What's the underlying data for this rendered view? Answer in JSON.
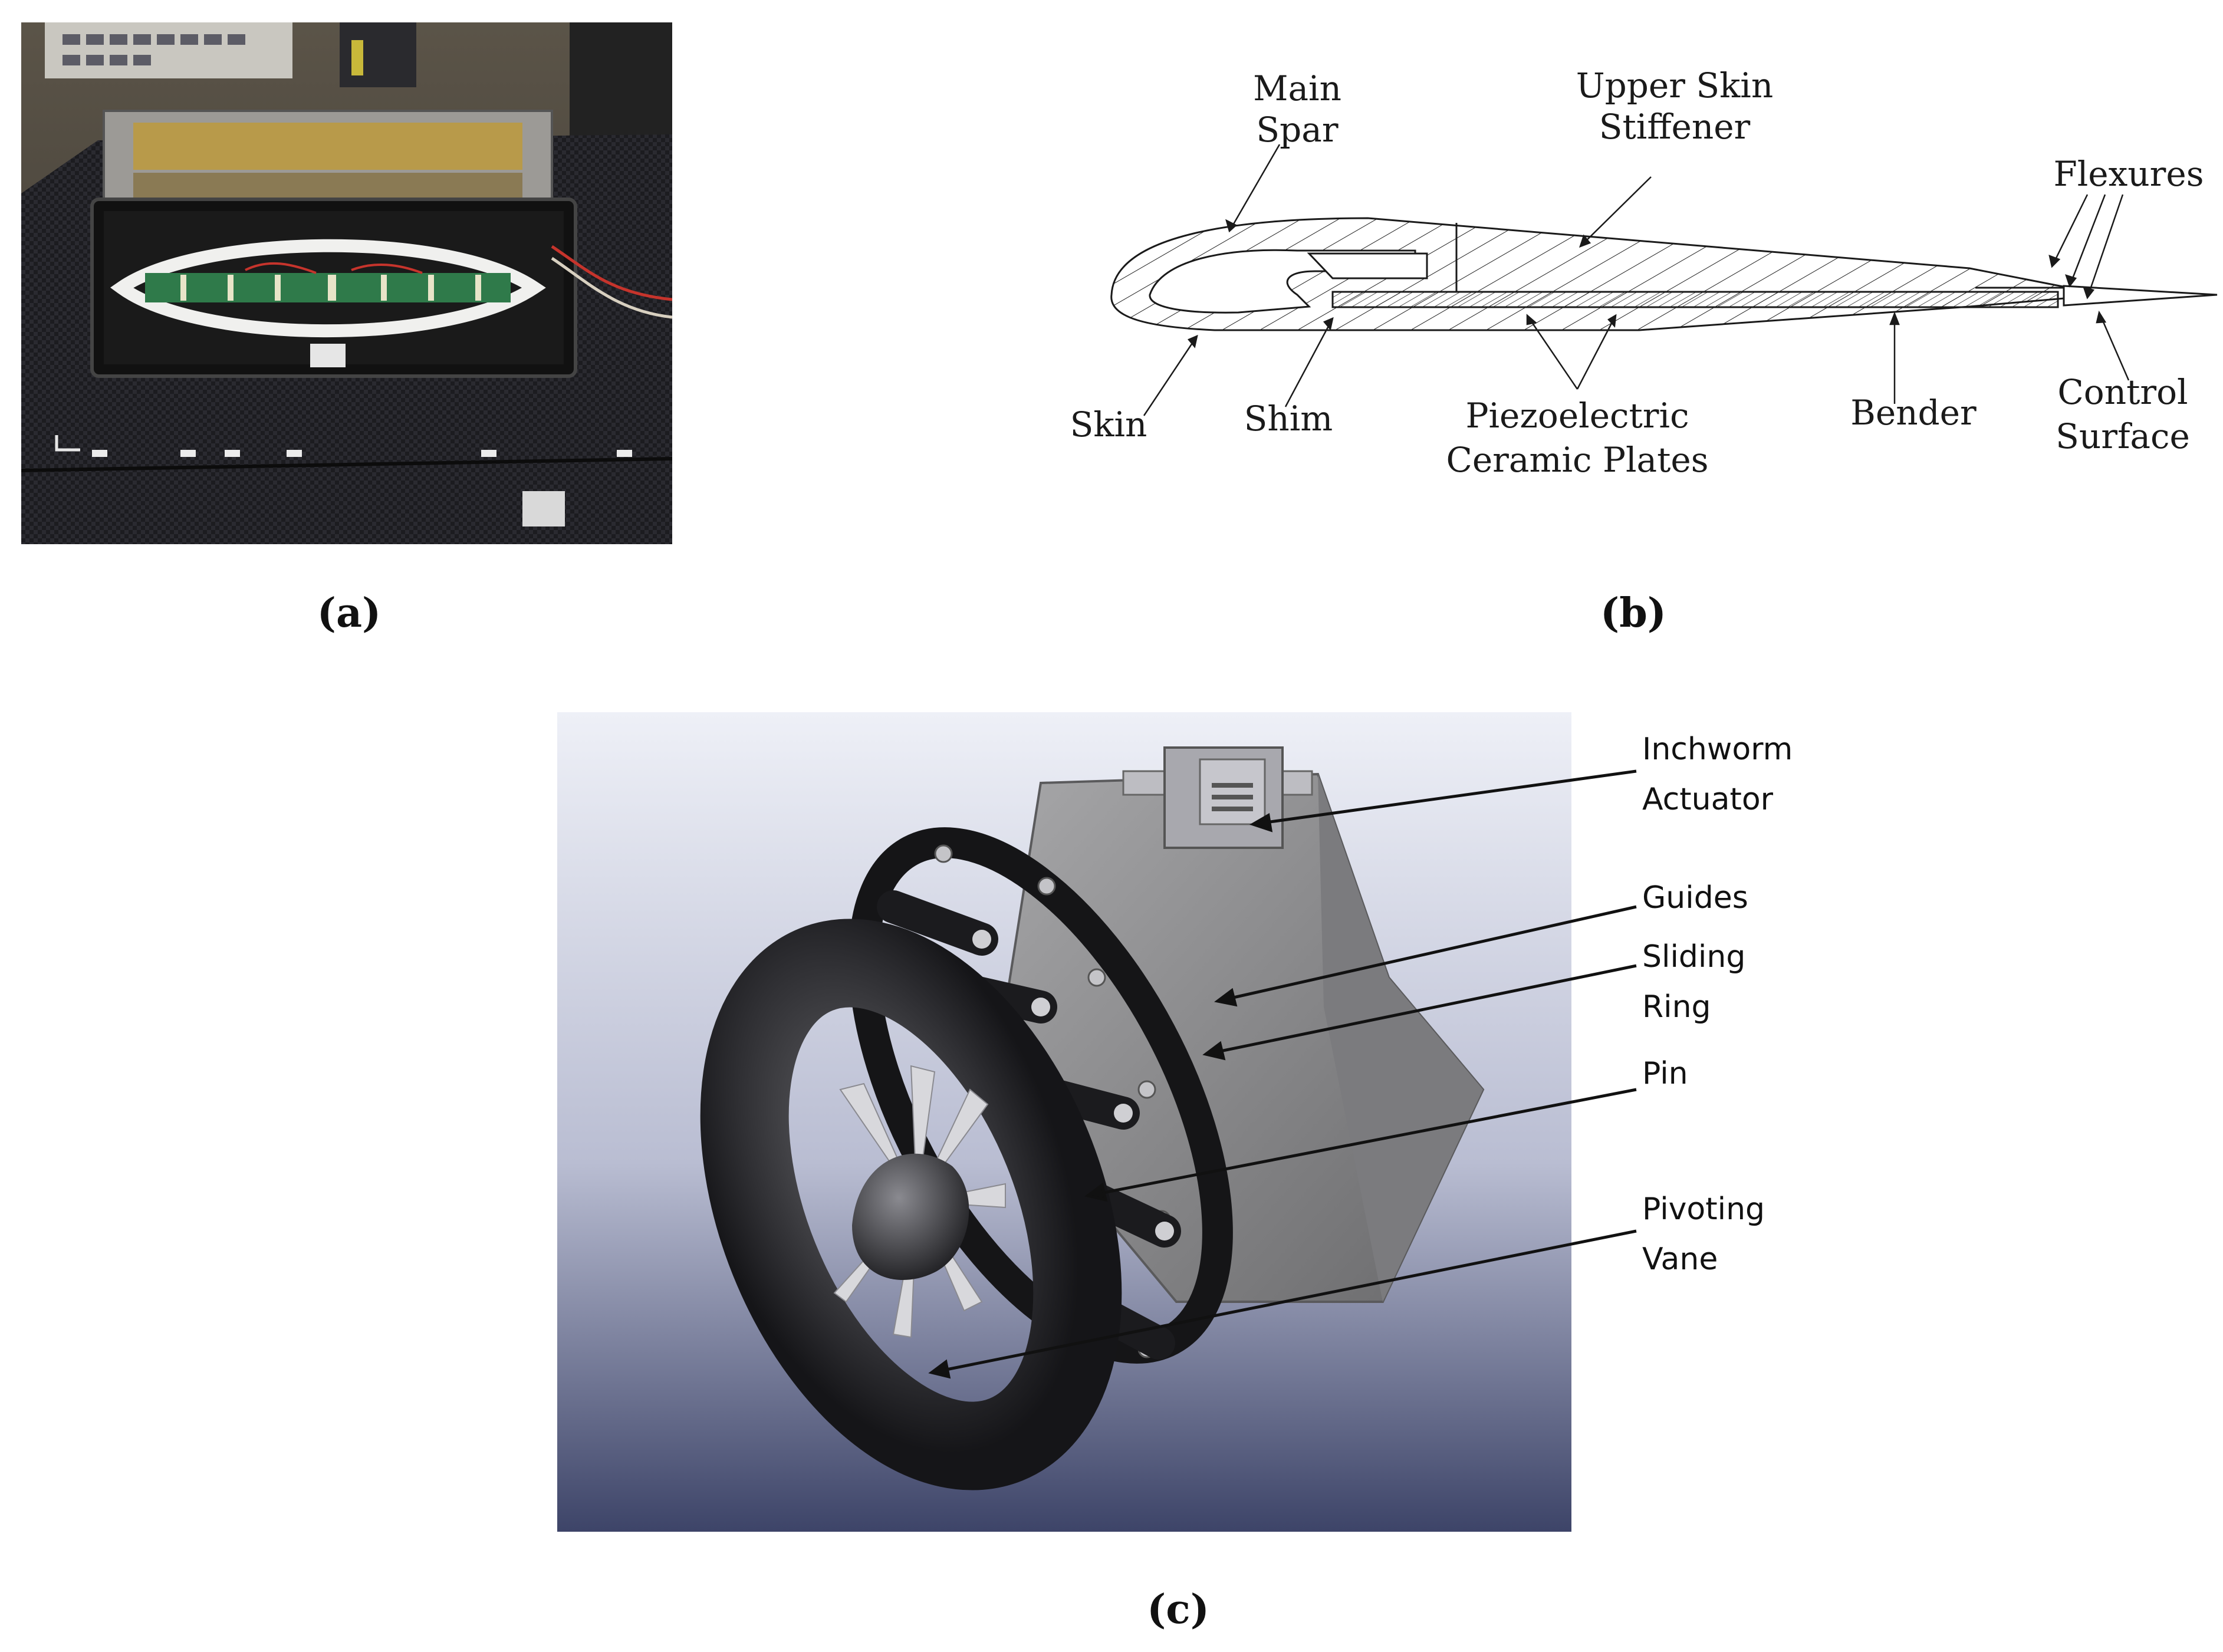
{
  "panels": {
    "a": {
      "caption": "(a)"
    },
    "b": {
      "caption": "(b)",
      "labels": {
        "main_spar_1": "Main",
        "main_spar_2": "Spar",
        "upper_skin_1": "Upper Skin",
        "upper_skin_2": "Stiffener",
        "flexures": "Flexures",
        "skin": "Skin",
        "shim": "Shim",
        "piezo_1": "Piezoelectric",
        "piezo_2": "Ceramic Plates",
        "bender": "Bender",
        "control_1": "Control",
        "control_2": "Surface"
      }
    },
    "c": {
      "caption": "(c)",
      "labels": {
        "inchworm_1": "Inchworm",
        "inchworm_2": "Actuator",
        "guides": "Guides",
        "sliding_1": "Sliding",
        "sliding_2": "Ring",
        "pin": "Pin",
        "pivoting_1": "Pivoting",
        "pivoting_2": "Vane"
      }
    }
  },
  "colors": {
    "panel_c_bg_top": "#e9ecf5",
    "panel_c_bg_bottom": "#3d4468",
    "carbon_dark": "#1e1e22",
    "ceramic_green": "#2f7a4a"
  }
}
